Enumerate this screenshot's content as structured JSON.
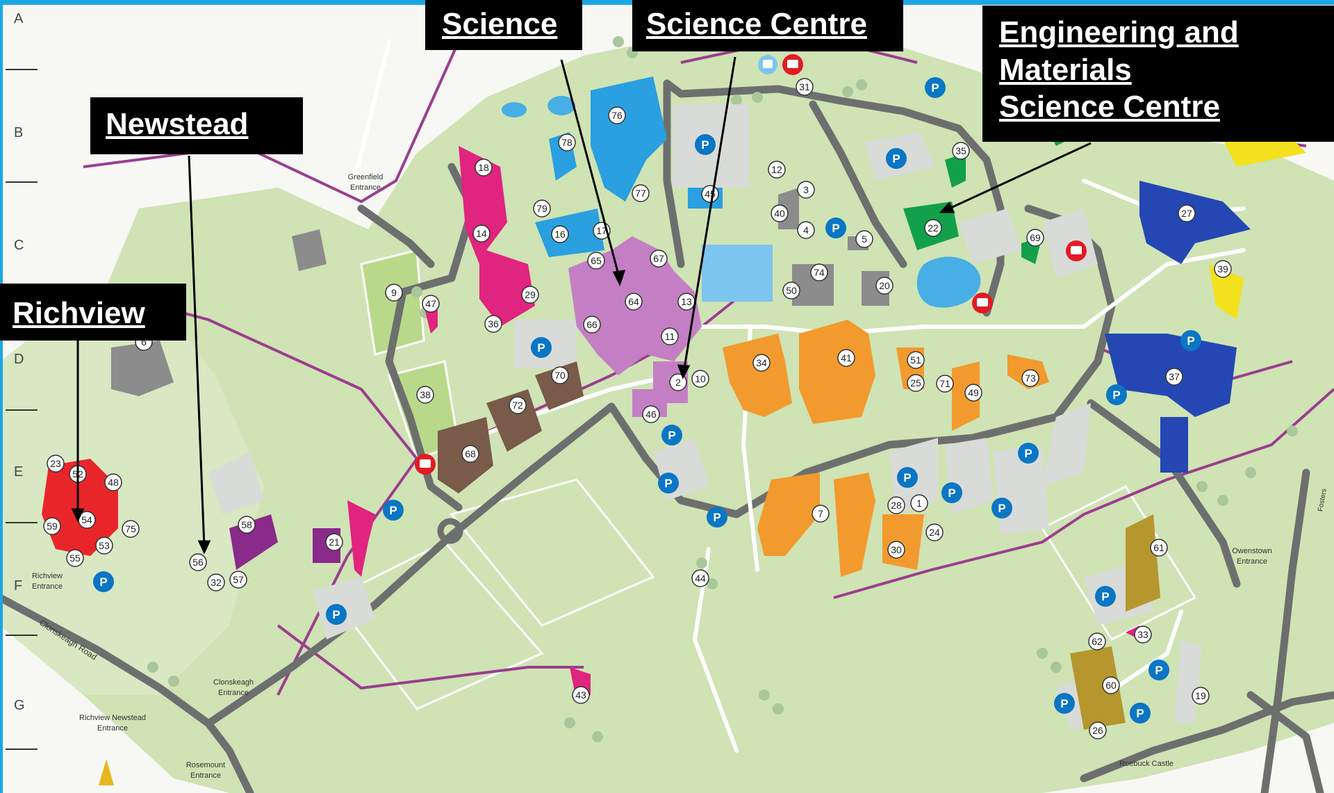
{
  "grid_rows": [
    "A",
    "B",
    "C",
    "D",
    "E",
    "F",
    "G"
  ],
  "callouts": {
    "science": "Science",
    "science_centre": "Science Centre",
    "engineering": [
      "Engineering and",
      "Materials",
      "Science Centre"
    ],
    "newstead": "Newstead",
    "richview": "Richview"
  },
  "entrances": {
    "greenfield": [
      "Greenfield",
      "Entrance"
    ],
    "richview": [
      "Richview",
      "Entrance"
    ],
    "clonskeagh": [
      "Clonskeagh",
      "Entrance"
    ],
    "richview_newstead": [
      "Richview Newstead",
      "Entrance"
    ],
    "rosemount": [
      "Rosemount",
      "Entrance"
    ],
    "owenstown": [
      "Owenstown",
      "Entrance"
    ],
    "roebuck": "Roebuck Castle",
    "clonskeagh_road": "Clonskeagh Road",
    "fosters": "Fosters"
  },
  "building_numbers": [
    "1",
    "2",
    "3",
    "4",
    "5",
    "6",
    "7",
    "9",
    "10",
    "11",
    "12",
    "13",
    "14",
    "16",
    "17",
    "18",
    "19",
    "20",
    "21",
    "22",
    "23",
    "24",
    "25",
    "26",
    "27",
    "28",
    "29",
    "30",
    "31",
    "32",
    "33",
    "34",
    "35",
    "36",
    "37",
    "38",
    "39",
    "40",
    "41",
    "43",
    "44",
    "45",
    "46",
    "47",
    "48",
    "49",
    "50",
    "51",
    "52",
    "53",
    "54",
    "55",
    "56",
    "57",
    "58",
    "59",
    "60",
    "61",
    "62",
    "64",
    "65",
    "66",
    "67",
    "68",
    "69",
    "70",
    "71",
    "72",
    "73",
    "74",
    "75",
    "76",
    "77",
    "78",
    "79"
  ],
  "icons": {
    "parking": "parking-icon",
    "bus_stop": "bus-stop-icon",
    "train": "rail-icon"
  },
  "colors": {
    "park": "#cfe3b4",
    "field": "#b9d98a",
    "road": "#6d6f6e",
    "path": "#ffffff",
    "boundary": "#9b3d8f",
    "science": "#c47fc4",
    "it": "#2aa0e0",
    "agri": "#e0247f",
    "vet": "#7a5a48",
    "arts": "#f29a2e",
    "engineering": "#12a04a",
    "residences": "#2447b3",
    "sport": "#f4e11e",
    "richview": "#e8262a",
    "newstead": "#8a2a8a",
    "roebuck": "#b5972e",
    "grey_building": "#8c8c8c",
    "water": "#48aee6",
    "parking": "#0b76c4",
    "bus": "#e21b25",
    "frame": "#1aa7e4"
  }
}
